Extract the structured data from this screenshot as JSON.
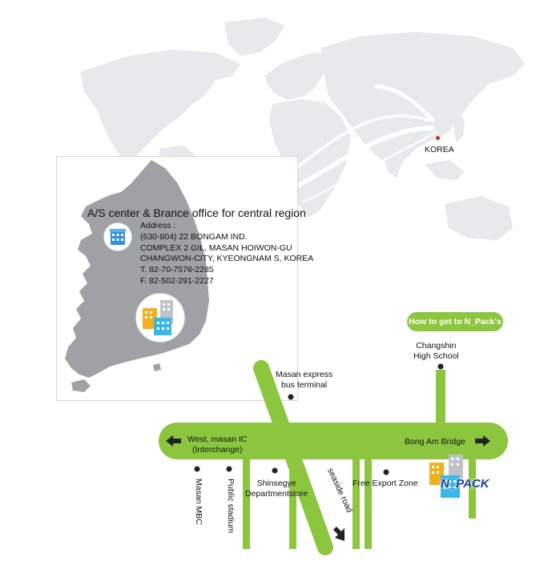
{
  "korea_label": "KOREA",
  "office": {
    "title": "A/S center & Brance office for central region",
    "address_label": "Address :",
    "address_lines": [
      "(630-804) 22 BONGAM IND.",
      "COMPLEX 2 GIL, MASAN HOIWON-GU",
      "CHANGWON-CITY, KYEONGNAM S, KOREA"
    ],
    "tel": "T. 82-70-7576-2285",
    "fax": "F. 82-502-291-2227"
  },
  "directions_button": "How to get to N_Pack's",
  "landmarks": {
    "changshin": [
      "Changshin",
      "High School"
    ],
    "masan_express": [
      "Masan express",
      "bus terminal"
    ],
    "west_ic": [
      "West, masan IC",
      "(Interchange)"
    ],
    "bong_am": "Bong Am Bridge",
    "masan_mbc": "Masan MBC",
    "public_stadium": "Public stadium",
    "shinsegye": [
      "Shinsegye",
      "Departmentstore"
    ],
    "seaside": "seaside road",
    "free_export": "Free Export Zone"
  },
  "logo": "N_PACK",
  "colors": {
    "road": "#8bc63e",
    "map_gray": "#9fa1a4",
    "continent": "#e8e9ea",
    "logo_blue": "#1c3f9a"
  }
}
